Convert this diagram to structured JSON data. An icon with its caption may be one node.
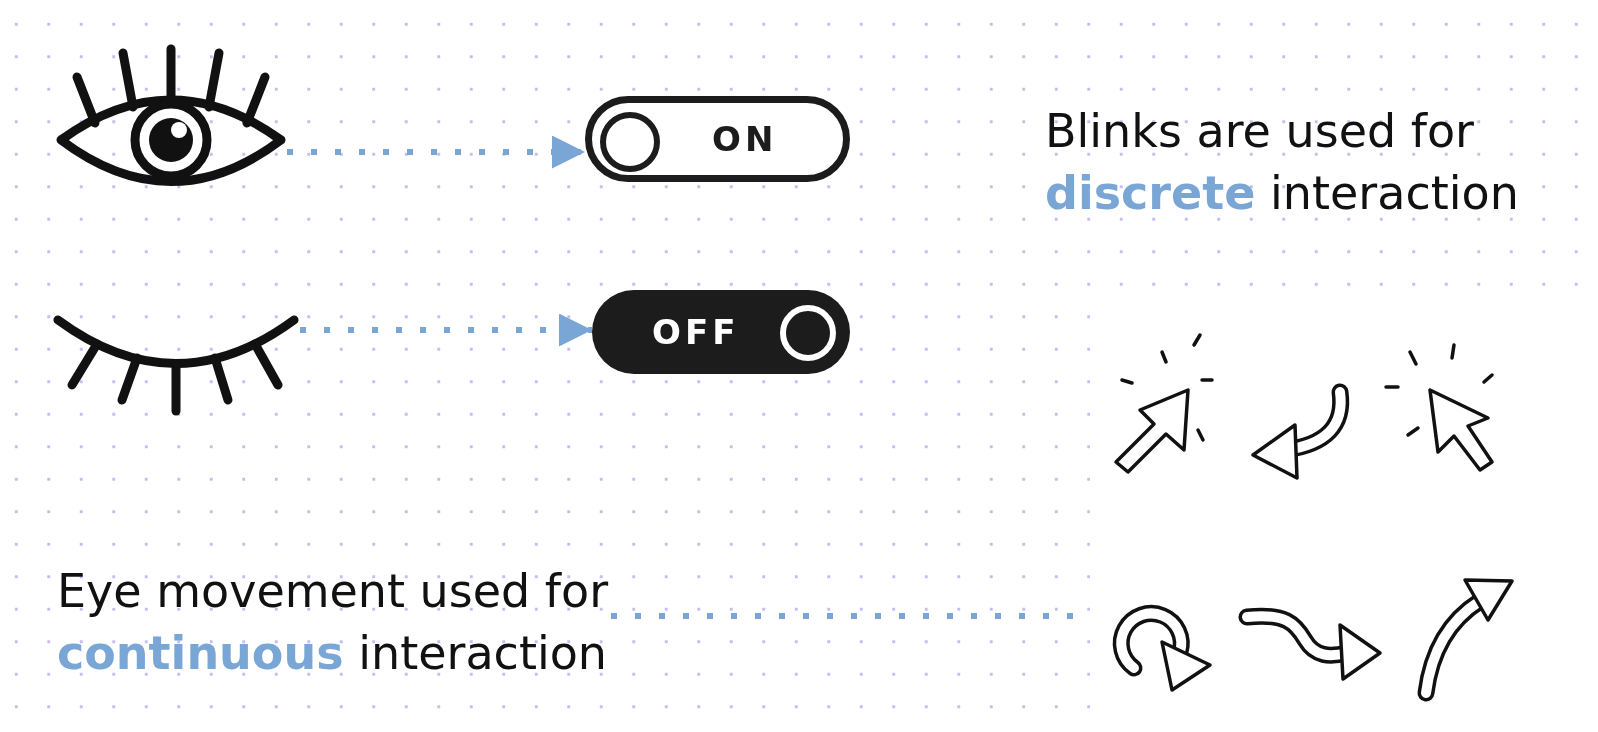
{
  "diagram": {
    "nodes": [
      {
        "text": [],
        "shape": "picture"
      },
      {
        "text": [
          "ON"
        ]
      },
      {
        "text": [],
        "shape": "picture"
      },
      {
        "text": [
          "OFF"
        ]
      },
      {
        "text": [
          "Eye movement used for **continuous** interaction"
        ]
      },
      {
        "text": [],
        "shape": "picture"
      }
    ],
    "edges": [
      {
        "from": 0,
        "to": 1,
        "arrow": "to"
      },
      {
        "from": 2,
        "to": 3,
        "arrow": "to"
      },
      {
        "from": 4,
        "to": 5,
        "arrow": "none"
      }
    ],
    "labels": [
      "Blinks are used for **discrete** interaction"
    ]
  }
}
